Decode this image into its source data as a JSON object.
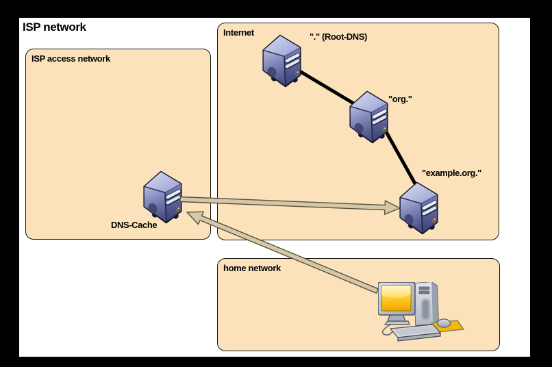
{
  "diagram": {
    "title": "ISP network",
    "regions": {
      "isp_access": {
        "label": "ISP access network"
      },
      "internet": {
        "label": "Internet"
      },
      "home": {
        "label": "home network"
      }
    },
    "nodes": {
      "root_dns": {
        "label": "\".\" (Root-DNS)",
        "type": "dns-server"
      },
      "org": {
        "label": "\"org.\"",
        "type": "dns-server"
      },
      "example_org": {
        "label": "\"example.org.\"",
        "type": "dns-server"
      },
      "dns_cache": {
        "label": "DNS-Cache",
        "type": "dns-server"
      },
      "home_pc": {
        "label": "",
        "type": "desktop-computer"
      }
    },
    "edges": [
      {
        "from": "root_dns",
        "to": "org",
        "style": "thick-black-line"
      },
      {
        "from": "org",
        "to": "example_org",
        "style": "thick-black-line"
      },
      {
        "from": "dns_cache",
        "to": "example_org",
        "style": "beige-arrow"
      },
      {
        "from": "home_pc",
        "to": "dns_cache",
        "style": "beige-arrow"
      }
    ],
    "colors": {
      "outer_background": "#000000",
      "page_background": "#ffffff",
      "region_fill": "#fbe2ba",
      "region_border": "#141414",
      "link_line": "#000000",
      "arrow_fill": "#d4c8a9",
      "arrow_border": "#57513c",
      "server_dark": "#3a4076",
      "server_light": "#b3bade",
      "screen_color": "#f5b700",
      "mousepad_color": "#f2b705"
    }
  }
}
